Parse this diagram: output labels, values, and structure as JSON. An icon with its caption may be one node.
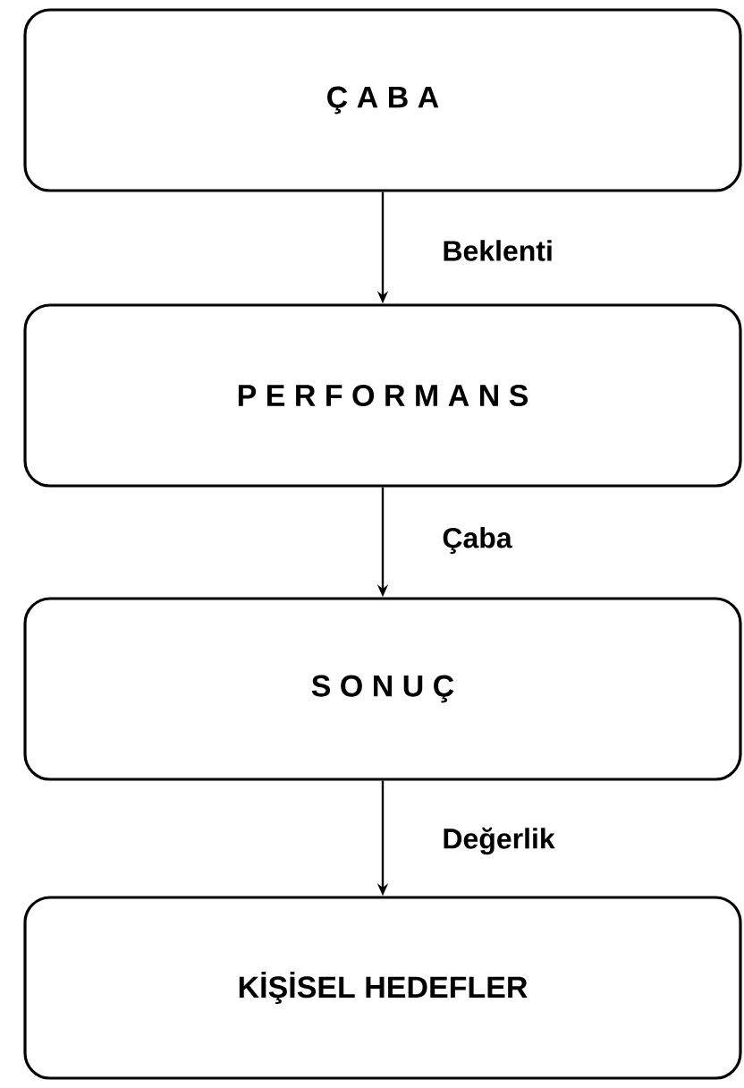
{
  "diagram": {
    "nodes": [
      {
        "text": [
          "Ç A B A"
        ]
      },
      {
        "text": [
          "P E R F O R M A N S"
        ]
      },
      {
        "text": [
          "S O N U Ç"
        ]
      },
      {
        "text": [
          "KİŞİSEL HEDEFLER"
        ]
      }
    ],
    "edges": [
      {
        "from": 0,
        "to": 1,
        "arrow": "to",
        "label": "Beklenti"
      },
      {
        "from": 1,
        "to": 2,
        "arrow": "to",
        "label": "Çaba"
      },
      {
        "from": 2,
        "to": 3,
        "arrow": "to",
        "label": "Değerlik"
      }
    ]
  }
}
